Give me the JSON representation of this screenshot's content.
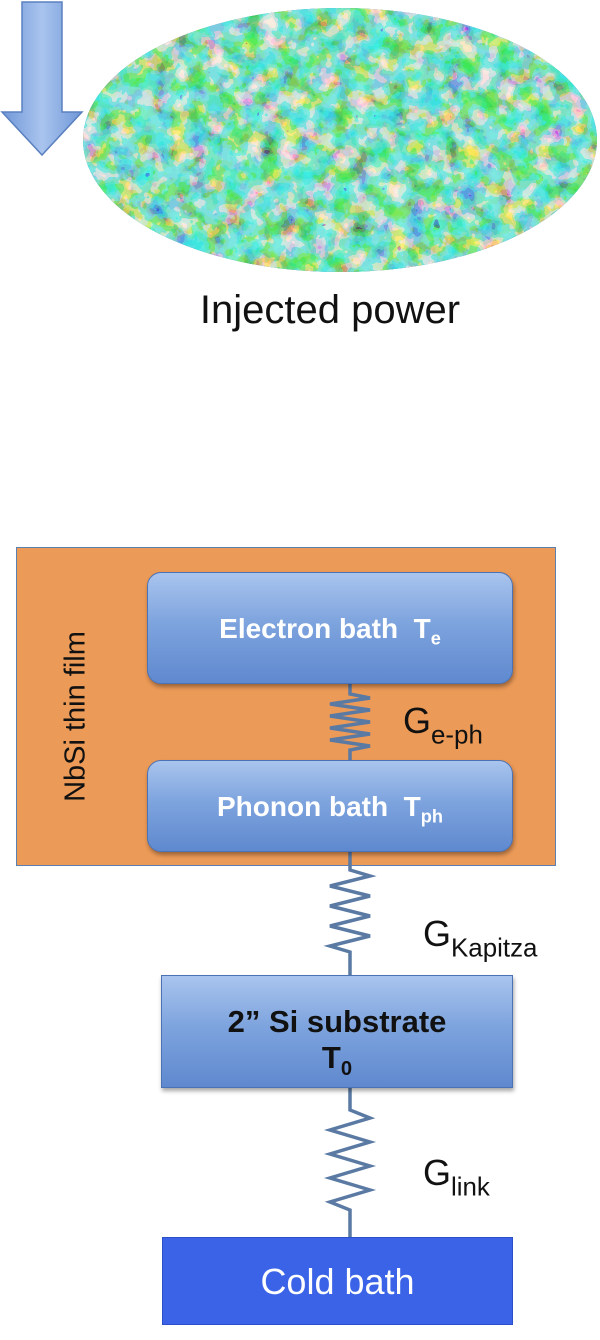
{
  "caption": "Injected power",
  "film_label": "NbSi thin film",
  "electron_bath": {
    "label": "Electron bath",
    "temp_symbol": "T",
    "temp_sub": "e"
  },
  "phonon_bath": {
    "label": "Phonon bath",
    "temp_symbol": "T",
    "temp_sub": "ph"
  },
  "substrate": {
    "label": "2” Si substrate",
    "temp_symbol": "T",
    "temp_sub": "0"
  },
  "cold_bath": {
    "label": "Cold bath"
  },
  "links": [
    {
      "symbol": "G",
      "sub": "e-ph"
    },
    {
      "symbol": "G",
      "sub": "Kapitza"
    },
    {
      "symbol": "G",
      "sub": "link"
    }
  ],
  "colors": {
    "film": "#ec9a57",
    "bath_box": "#7ea4de",
    "cold_bath": "#3a63e8",
    "spring": "#5a7aa4"
  }
}
